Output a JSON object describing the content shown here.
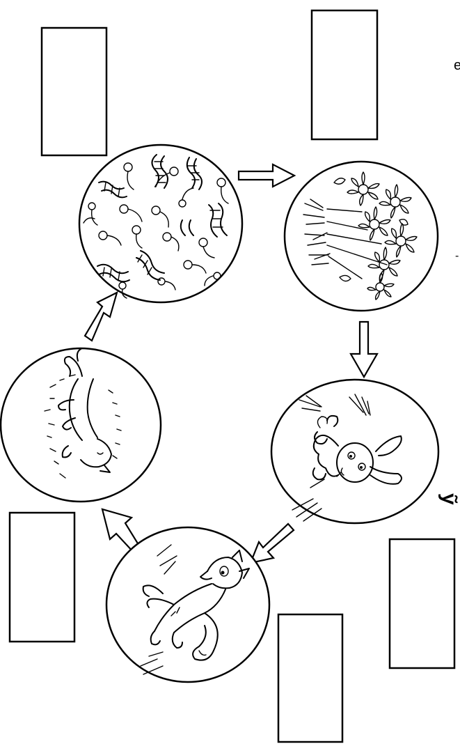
{
  "diagram": {
    "type": "food-chain-cycle",
    "stages": [
      {
        "id": "decomposers",
        "icon": "worms-and-bacteria-icon"
      },
      {
        "id": "plants",
        "icon": "flowers-icon"
      },
      {
        "id": "herbivore",
        "icon": "rabbit-icon"
      },
      {
        "id": "carnivore",
        "icon": "fox-icon"
      },
      {
        "id": "dead-animal",
        "icon": "dead-fox-icon"
      }
    ],
    "label_boxes": [
      "",
      "",
      "",
      "",
      ""
    ],
    "margin_marks": [
      "e",
      "-",
      "ỹ"
    ],
    "colors": {
      "ink": "#000000",
      "paper": "#ffffff"
    }
  }
}
